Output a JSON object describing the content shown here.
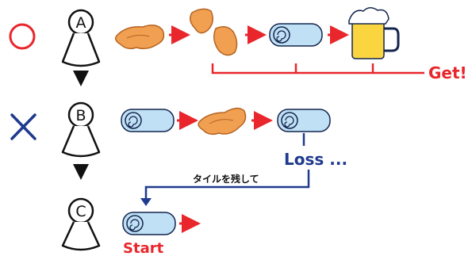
{
  "rows": [
    {
      "id": "A",
      "mark": "circle",
      "sequence": [
        "chicken-wing",
        "chicken-pieces",
        "rolled-towel",
        "beer-mug"
      ]
    },
    {
      "id": "B",
      "mark": "cross",
      "sequence": [
        "rolled-towel",
        "chicken-wing",
        "rolled-towel"
      ]
    },
    {
      "id": "C",
      "mark": "none",
      "sequence": [
        "rolled-towel"
      ]
    }
  ],
  "labels": {
    "get": "Get!",
    "loss": "Loss ...",
    "leave_tile": "タイルを残して",
    "start": "Start"
  },
  "colors": {
    "red": "#e8262c",
    "blue": "#1f3a8e",
    "wing": "#f0a050",
    "wing_dark": "#b56422",
    "towel": "#bfe0f5",
    "towel_stroke": "#14264e",
    "beer": "#fbd540",
    "foam": "#ffffff"
  }
}
